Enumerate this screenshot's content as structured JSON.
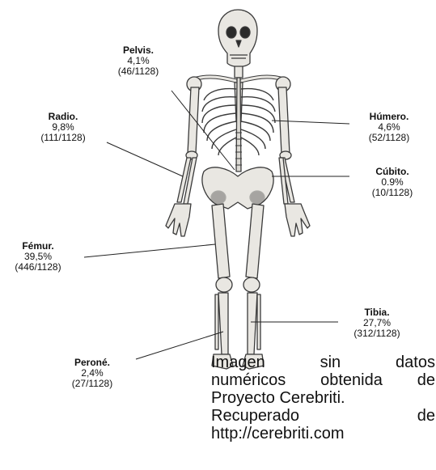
{
  "labels": {
    "pelvis": {
      "name": "Pelvis.",
      "pct": "4,1%",
      "frac": "(46/1128)"
    },
    "radio": {
      "name": "Radio.",
      "pct": "9,8%",
      "frac": "(111/1128)"
    },
    "humero": {
      "name": "Húmero.",
      "pct": "4,6%",
      "frac": "(52/1128)"
    },
    "cubito": {
      "name": "Cúbito.",
      "pct": "0.9%",
      "frac": "(10/1128)"
    },
    "femur": {
      "name": "Fémur.",
      "pct": "39,5%",
      "frac": "(446/1128)"
    },
    "tibia": {
      "name": "Tibia.",
      "pct": "27,7%",
      "frac": "(312/1128)"
    },
    "perone": {
      "name": "Peroné.",
      "pct": "2,4%",
      "frac": "(27/1128)"
    }
  },
  "caption": {
    "line1": "Imagen sin datos",
    "line2": "numéricos obtenida de",
    "line3": "Proyecto Cerebriti.",
    "line4": "Recuperado de",
    "line5": "http://cerebriti.com"
  },
  "colors": {
    "bone": "#e9e7e2",
    "bone_outline": "#3a3a3a",
    "leader_line": "#222222",
    "text": "#111111"
  }
}
